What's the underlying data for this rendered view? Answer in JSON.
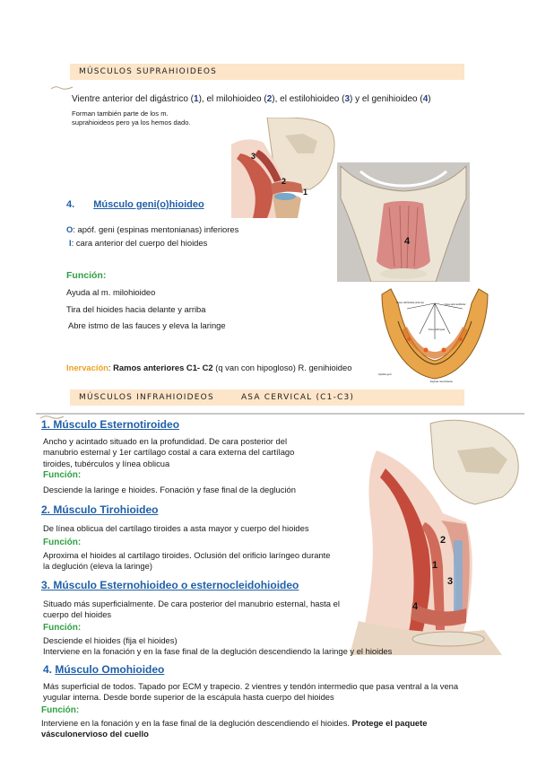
{
  "suprahyoid": {
    "banner": "MÚSCULOS SUPRAHIOIDEOS",
    "intro_a": "Vientre anterior del digástrico (",
    "n1": "1",
    "intro_b": "), el milohioideo (",
    "n2": "2",
    "intro_c": "), el estilohioideo (",
    "n3": "3",
    "intro_d": ") y el genihioideo (",
    "n4": "4",
    "intro_e": ")",
    "note_line1": "Forman también parte de los m.",
    "note_line2": "suprahioideos pero ya los hemos dado.",
    "muscle_number": "4.",
    "muscle_title": "Músculo geni(o)hioideo",
    "origin_label": "O",
    "origin_text": ": apóf. geni (espinas mentonianas) inferiores",
    "insertion_label": "I",
    "insertion_text": ":  cara anterior del cuerpo del hioides",
    "function_label": "Función:",
    "function_items": [
      "Ayuda al m. milohioideo",
      "Tira del hioides hacia delante y arriba",
      "Abre istmo de las fauces y eleva la laringe"
    ],
    "innervation_label": "Inervación",
    "innervation_colon": ": ",
    "innervation_bold": "Ramos anteriores C1- C2",
    "innervation_rest": " (q van con hipogloso) R. genihioideo",
    "fig_neck_labels": [
      "3",
      "2",
      "1"
    ],
    "fig_mandible_label": "4",
    "fig_bone_labels": [
      "Línea milohioidea (interna)",
      "Fosa submandibular",
      "Fosa sublingual",
      "Apófisis geni",
      "Espinas mentonianas"
    ]
  },
  "infrahyoid": {
    "banner_left": "MÚSCULOS INFRAHIOIDEOS",
    "banner_right": "ASA CERVICAL (C1-C3)",
    "fig_labels": [
      "2",
      "1",
      "3",
      "4"
    ],
    "sections": [
      {
        "title": "1. Músculo Esternotiroideo",
        "lines": [
          "Ancho y acintado situado en la profundidad. De cara posterior del",
          "manubrio esternal y 1er cartílago costal a cara externa del cartílago",
          "tiroides, tubérculos y línea oblicua"
        ],
        "function_label": "Función:",
        "function_lines": [
          "Desciende la laringe e hioides. Fonación y fase final de la deglución"
        ]
      },
      {
        "title": "2. Músculo Tirohioideo",
        "lines": [
          "De línea oblicua del cartílago tiroides a asta mayor y cuerpo del hioides"
        ],
        "function_label": "Función:",
        "function_lines": [
          "Aproxima el hioides al cartílago tiroides. Oclusión del orificio laríngeo durante",
          "la deglución (eleva la laringe)"
        ]
      },
      {
        "title": "3. Músculo Esternohioideo o esternocleidohioideo",
        "lines": [
          "Situado más superficialmente. De cara posterior del manubrio esternal, hasta el",
          "cuerpo del hioides"
        ],
        "function_label": "Función:",
        "function_lines": [
          "Desciende el hioides (fija el hioides)",
          "Interviene en la fonación y en la fase final de la deglución descendiendo la laringe y el hioides"
        ]
      },
      {
        "title_number": "4.",
        "title": "Músculo Omohioideo",
        "lines": [
          "Más superficial de todos. Tapado por ECM y trapecio. 2 vientres y tendón intermedio que pasa ventral a la vena",
          "yugular interna. Desde borde superior de la escápula hasta cuerpo del hioides"
        ],
        "function_label": "Función:",
        "function_line_a": "Interviene en la fonación y en la fase final de la deglución descendiendo el hioides. ",
        "function_line_bold": "Protege el paquete",
        "function_line_b": "vásculonervioso del cuello"
      }
    ]
  },
  "colors": {
    "banner_bg": "#fde5c9",
    "title_blue": "#1f5fa8",
    "function_green": "#2ea043",
    "innervation_orange": "#f0a020"
  }
}
